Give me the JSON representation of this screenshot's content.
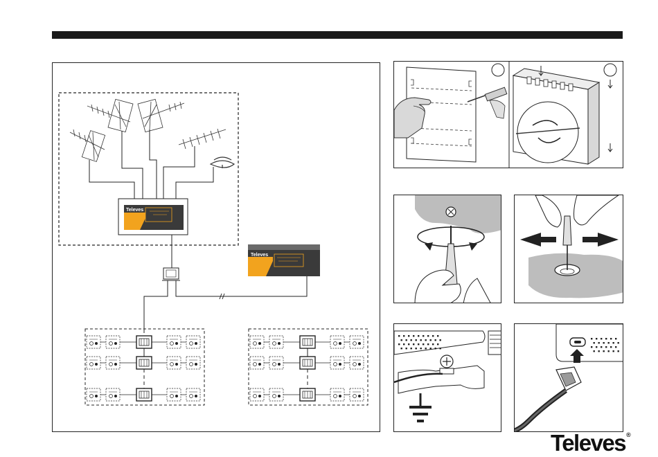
{
  "page": {
    "brand_logo": "Televes",
    "brand_mark": "®"
  },
  "diagram": {
    "amplifier_main_label": "Televes",
    "amplifier_secondary_label": "Televes",
    "step_a_number": "",
    "step_b_number": ""
  },
  "colors": {
    "amplifier_orange": "#f2a31e",
    "amplifier_body": "#3a3a3a",
    "line": "#222222",
    "shadow": "#bdbdbd"
  },
  "icons": [
    "antenna-icon",
    "amplifier-icon",
    "splitter-icon",
    "outlet-icon",
    "screwdriver-icon",
    "hand-icon",
    "ground-symbol-icon",
    "power-connector-icon",
    "arrow-left-icon",
    "arrow-right-icon",
    "rotation-arrow-icon"
  ]
}
